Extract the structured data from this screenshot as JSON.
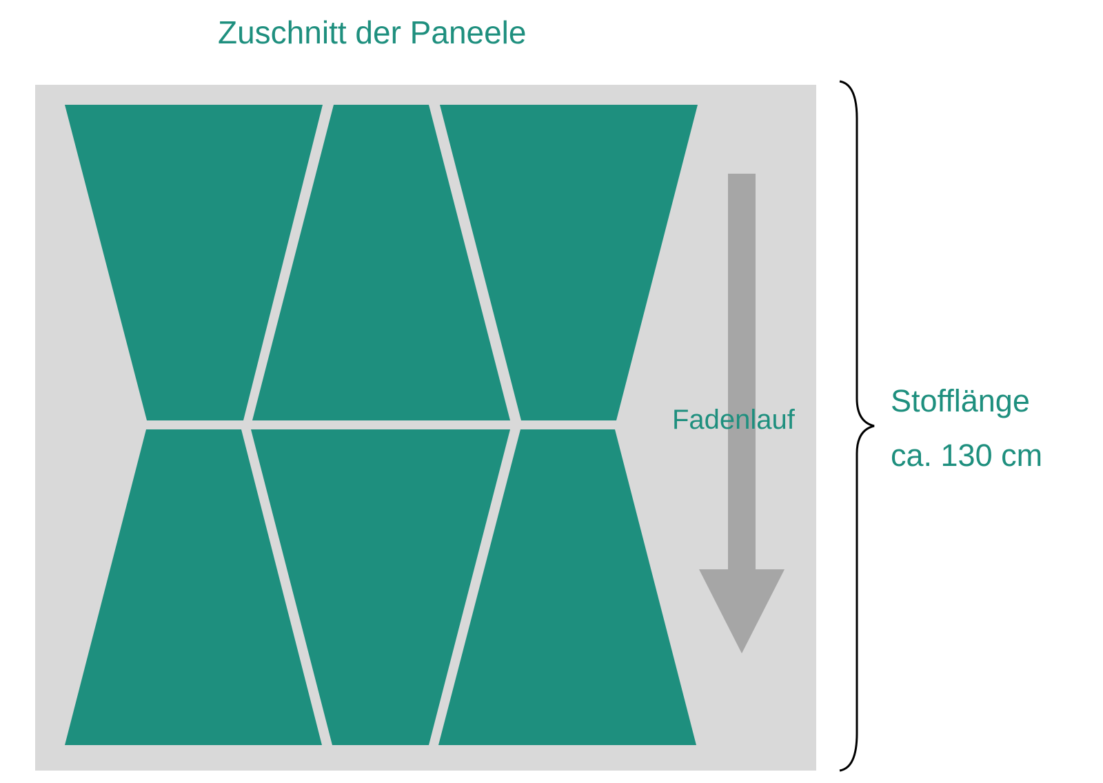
{
  "title": "Zuschnitt der Paneele",
  "grain_label": "Fadenlauf",
  "length_label_line1": "Stofflänge",
  "length_label_line2": "ca. 130 cm",
  "colors": {
    "panel": "#1e8f7e",
    "fabric": "#d9d9d9",
    "arrow": "#a6a6a6",
    "text": "#1e8f7e",
    "brace": "#000000"
  }
}
